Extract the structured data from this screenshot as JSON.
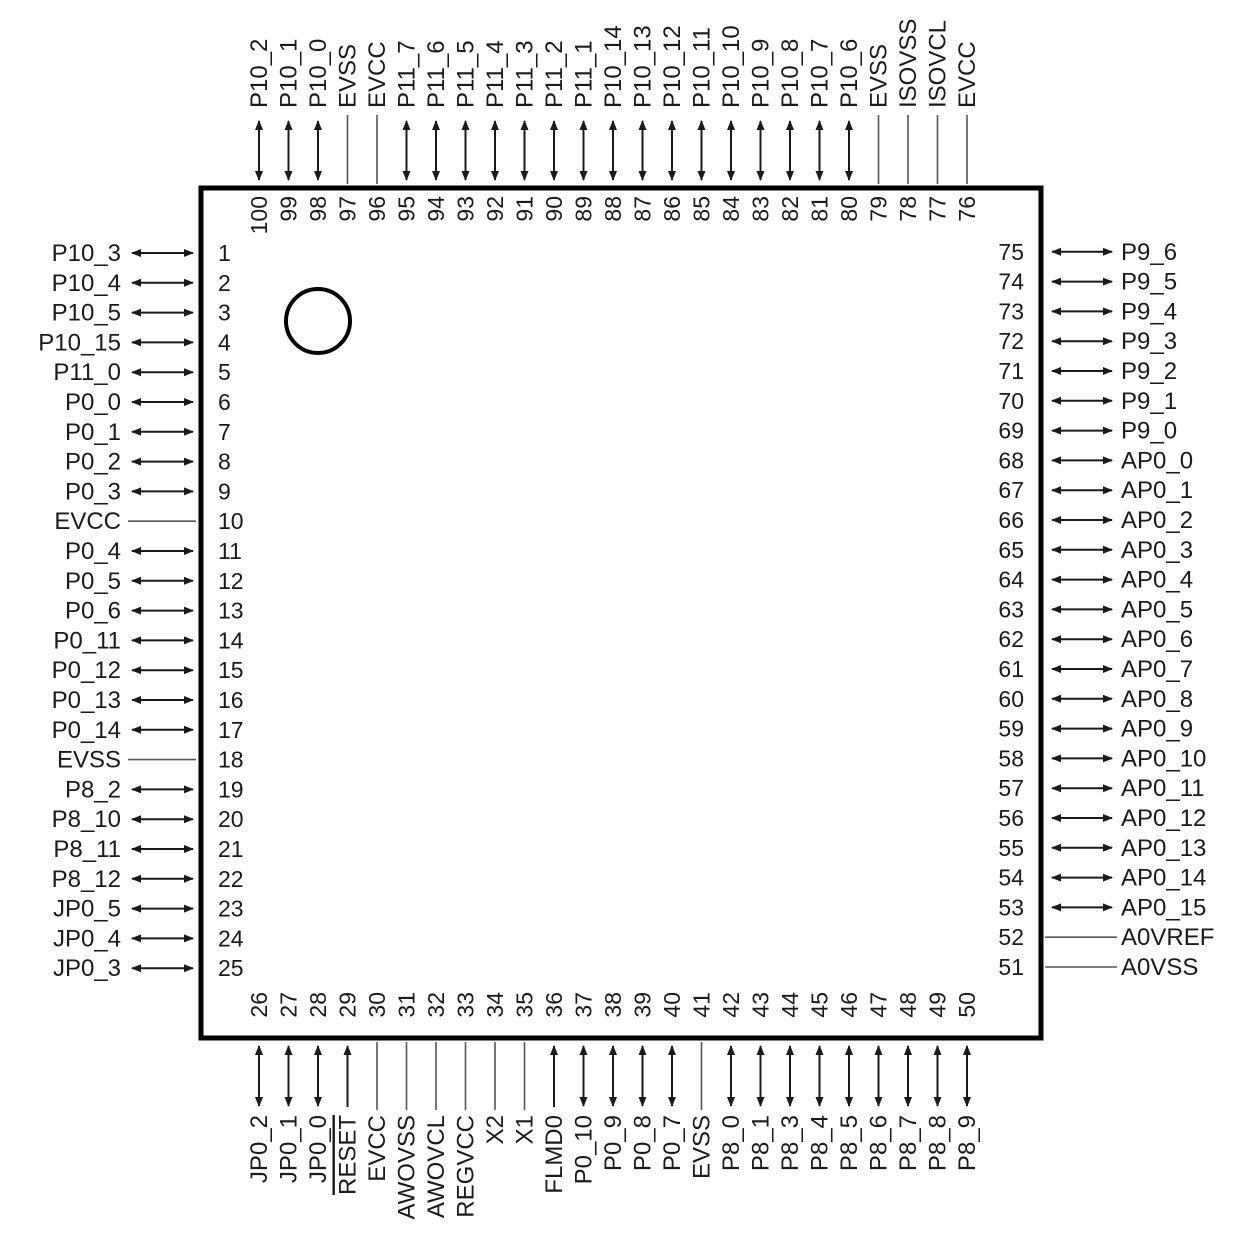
{
  "package": {
    "left_pins": [
      {
        "num": "1",
        "name": "P10_3",
        "dir": "bidir"
      },
      {
        "num": "2",
        "name": "P10_4",
        "dir": "bidir"
      },
      {
        "num": "3",
        "name": "P10_5",
        "dir": "bidir"
      },
      {
        "num": "4",
        "name": "P10_15",
        "dir": "bidir"
      },
      {
        "num": "5",
        "name": "P11_0",
        "dir": "bidir"
      },
      {
        "num": "6",
        "name": "P0_0",
        "dir": "bidir"
      },
      {
        "num": "7",
        "name": "P0_1",
        "dir": "bidir"
      },
      {
        "num": "8",
        "name": "P0_2",
        "dir": "bidir"
      },
      {
        "num": "9",
        "name": "P0_3",
        "dir": "bidir"
      },
      {
        "num": "10",
        "name": "EVCC",
        "dir": "none"
      },
      {
        "num": "11",
        "name": "P0_4",
        "dir": "bidir"
      },
      {
        "num": "12",
        "name": "P0_5",
        "dir": "bidir"
      },
      {
        "num": "13",
        "name": "P0_6",
        "dir": "bidir"
      },
      {
        "num": "14",
        "name": "P0_11",
        "dir": "bidir"
      },
      {
        "num": "15",
        "name": "P0_12",
        "dir": "bidir"
      },
      {
        "num": "16",
        "name": "P0_13",
        "dir": "bidir"
      },
      {
        "num": "17",
        "name": "P0_14",
        "dir": "bidir"
      },
      {
        "num": "18",
        "name": "EVSS",
        "dir": "none"
      },
      {
        "num": "19",
        "name": "P8_2",
        "dir": "bidir"
      },
      {
        "num": "20",
        "name": "P8_10",
        "dir": "bidir"
      },
      {
        "num": "21",
        "name": "P8_11",
        "dir": "bidir"
      },
      {
        "num": "22",
        "name": "P8_12",
        "dir": "bidir"
      },
      {
        "num": "23",
        "name": "JP0_5",
        "dir": "bidir"
      },
      {
        "num": "24",
        "name": "JP0_4",
        "dir": "bidir"
      },
      {
        "num": "25",
        "name": "JP0_3",
        "dir": "bidir"
      }
    ],
    "bottom_pins": [
      {
        "num": "26",
        "name": "JP0_2",
        "dir": "bidir"
      },
      {
        "num": "27",
        "name": "JP0_1",
        "dir": "bidir"
      },
      {
        "num": "28",
        "name": "JP0_0",
        "dir": "bidir"
      },
      {
        "num": "29",
        "name": "RESET",
        "dir": "in",
        "overline": true
      },
      {
        "num": "30",
        "name": "EVCC",
        "dir": "none"
      },
      {
        "num": "31",
        "name": "AWOVSS",
        "dir": "none"
      },
      {
        "num": "32",
        "name": "AWOVCL",
        "dir": "none"
      },
      {
        "num": "33",
        "name": "REGVCC",
        "dir": "none"
      },
      {
        "num": "34",
        "name": "X2",
        "dir": "none"
      },
      {
        "num": "35",
        "name": "X1",
        "dir": "none"
      },
      {
        "num": "36",
        "name": "FLMD0",
        "dir": "in"
      },
      {
        "num": "37",
        "name": "P0_10",
        "dir": "bidir"
      },
      {
        "num": "38",
        "name": "P0_9",
        "dir": "bidir"
      },
      {
        "num": "39",
        "name": "P0_8",
        "dir": "bidir"
      },
      {
        "num": "40",
        "name": "P0_7",
        "dir": "bidir"
      },
      {
        "num": "41",
        "name": "EVSS",
        "dir": "none"
      },
      {
        "num": "42",
        "name": "P8_0",
        "dir": "bidir"
      },
      {
        "num": "43",
        "name": "P8_1",
        "dir": "bidir"
      },
      {
        "num": "44",
        "name": "P8_3",
        "dir": "bidir"
      },
      {
        "num": "45",
        "name": "P8_4",
        "dir": "bidir"
      },
      {
        "num": "46",
        "name": "P8_5",
        "dir": "bidir"
      },
      {
        "num": "47",
        "name": "P8_6",
        "dir": "bidir"
      },
      {
        "num": "48",
        "name": "P8_7",
        "dir": "bidir"
      },
      {
        "num": "49",
        "name": "P8_8",
        "dir": "bidir"
      },
      {
        "num": "50",
        "name": "P8_9",
        "dir": "bidir"
      }
    ],
    "right_pins": [
      {
        "num": "51",
        "name": "A0VSS",
        "dir": "none"
      },
      {
        "num": "52",
        "name": "A0VREF",
        "dir": "none"
      },
      {
        "num": "53",
        "name": "AP0_15",
        "dir": "bidir"
      },
      {
        "num": "54",
        "name": "AP0_14",
        "dir": "bidir"
      },
      {
        "num": "55",
        "name": "AP0_13",
        "dir": "bidir"
      },
      {
        "num": "56",
        "name": "AP0_12",
        "dir": "bidir"
      },
      {
        "num": "57",
        "name": "AP0_11",
        "dir": "bidir"
      },
      {
        "num": "58",
        "name": "AP0_10",
        "dir": "bidir"
      },
      {
        "num": "59",
        "name": "AP0_9",
        "dir": "bidir"
      },
      {
        "num": "60",
        "name": "AP0_8",
        "dir": "bidir"
      },
      {
        "num": "61",
        "name": "AP0_7",
        "dir": "bidir"
      },
      {
        "num": "62",
        "name": "AP0_6",
        "dir": "bidir"
      },
      {
        "num": "63",
        "name": "AP0_5",
        "dir": "bidir"
      },
      {
        "num": "64",
        "name": "AP0_4",
        "dir": "bidir"
      },
      {
        "num": "65",
        "name": "AP0_3",
        "dir": "bidir"
      },
      {
        "num": "66",
        "name": "AP0_2",
        "dir": "bidir"
      },
      {
        "num": "67",
        "name": "AP0_1",
        "dir": "bidir"
      },
      {
        "num": "68",
        "name": "AP0_0",
        "dir": "bidir"
      },
      {
        "num": "69",
        "name": "P9_0",
        "dir": "bidir"
      },
      {
        "num": "70",
        "name": "P9_1",
        "dir": "bidir"
      },
      {
        "num": "71",
        "name": "P9_2",
        "dir": "bidir"
      },
      {
        "num": "72",
        "name": "P9_3",
        "dir": "bidir"
      },
      {
        "num": "73",
        "name": "P9_4",
        "dir": "bidir"
      },
      {
        "num": "74",
        "name": "P9_5",
        "dir": "bidir"
      },
      {
        "num": "75",
        "name": "P9_6",
        "dir": "bidir"
      }
    ],
    "top_pins": [
      {
        "num": "76",
        "name": "EVCC",
        "dir": "none"
      },
      {
        "num": "77",
        "name": "ISOVCL",
        "dir": "none"
      },
      {
        "num": "78",
        "name": "ISOVSS",
        "dir": "none"
      },
      {
        "num": "79",
        "name": "EVSS",
        "dir": "none"
      },
      {
        "num": "80",
        "name": "P10_6",
        "dir": "bidir"
      },
      {
        "num": "81",
        "name": "P10_7",
        "dir": "bidir"
      },
      {
        "num": "82",
        "name": "P10_8",
        "dir": "bidir"
      },
      {
        "num": "83",
        "name": "P10_9",
        "dir": "bidir"
      },
      {
        "num": "84",
        "name": "P10_10",
        "dir": "bidir"
      },
      {
        "num": "85",
        "name": "P10_11",
        "dir": "bidir"
      },
      {
        "num": "86",
        "name": "P10_12",
        "dir": "bidir"
      },
      {
        "num": "87",
        "name": "P10_13",
        "dir": "bidir"
      },
      {
        "num": "88",
        "name": "P10_14",
        "dir": "bidir"
      },
      {
        "num": "89",
        "name": "P11_1",
        "dir": "bidir"
      },
      {
        "num": "90",
        "name": "P11_2",
        "dir": "bidir"
      },
      {
        "num": "91",
        "name": "P11_3",
        "dir": "bidir"
      },
      {
        "num": "92",
        "name": "P11_4",
        "dir": "bidir"
      },
      {
        "num": "93",
        "name": "P11_5",
        "dir": "bidir"
      },
      {
        "num": "94",
        "name": "P11_6",
        "dir": "bidir"
      },
      {
        "num": "95",
        "name": "P11_7",
        "dir": "bidir"
      },
      {
        "num": "96",
        "name": "EVCC",
        "dir": "none"
      },
      {
        "num": "97",
        "name": "EVSS",
        "dir": "none"
      },
      {
        "num": "98",
        "name": "P10_0",
        "dir": "bidir"
      },
      {
        "num": "99",
        "name": "P10_1",
        "dir": "bidir"
      },
      {
        "num": "100",
        "name": "P10_2",
        "dir": "bidir"
      }
    ]
  }
}
